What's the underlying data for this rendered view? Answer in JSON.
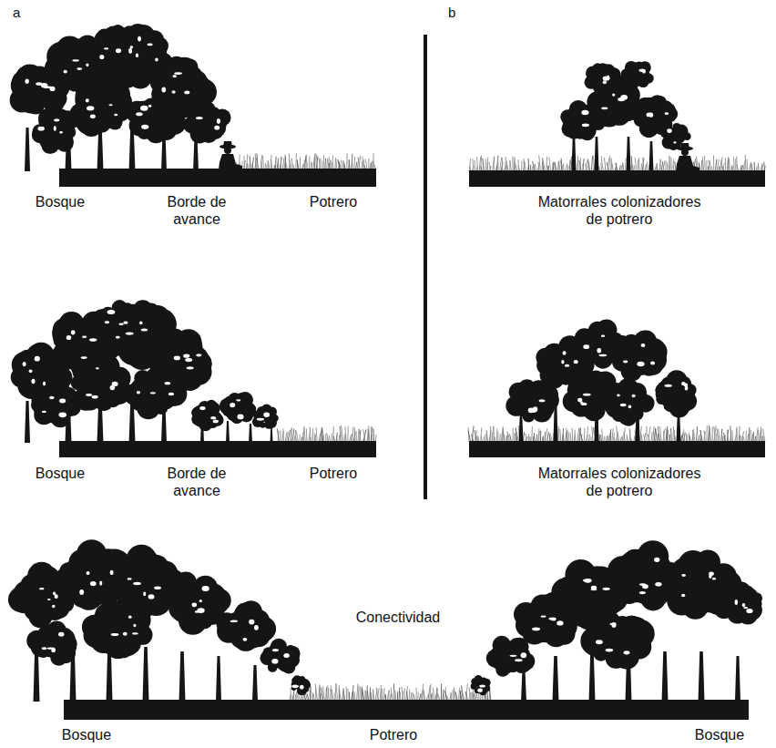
{
  "diagram": {
    "labels": [
      "a",
      "b",
      "Bosque",
      "Borde de avance",
      "Potrero",
      "Matorrales colonizadores de potrero",
      "Bosque",
      "Borde de avance",
      "Potrero",
      "Matorrales colonizadores de potrero",
      "Conectividad",
      "Bosque",
      "Potrero",
      "Bosque"
    ]
  }
}
